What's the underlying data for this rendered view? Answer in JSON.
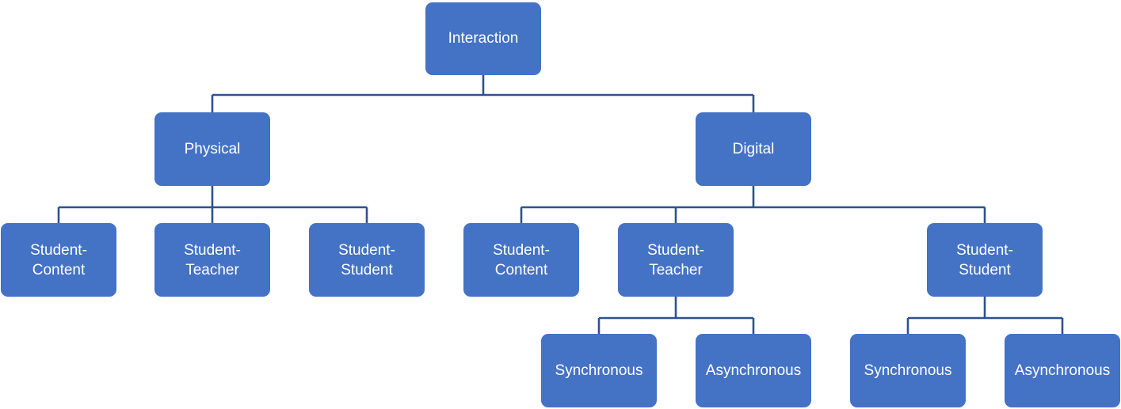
{
  "diagram": {
    "type": "hierarchy-tree",
    "title": "Interaction",
    "background_color": "#FFFFFF",
    "node_fill_color": "#4472C4",
    "node_text_color": "#FFFFFF",
    "connector_color": "#2E528F"
  },
  "nodes": {
    "root": {
      "label": "Interaction"
    },
    "physical": {
      "label": "Physical"
    },
    "digital": {
      "label": "Digital"
    },
    "phys_sc": {
      "line1": "Student-",
      "line2": "Content"
    },
    "phys_st": {
      "line1": "Student-",
      "line2": "Teacher"
    },
    "phys_ss": {
      "line1": "Student-",
      "line2": "Student"
    },
    "dig_sc": {
      "line1": "Student-",
      "line2": "Content"
    },
    "dig_st": {
      "line1": "Student-",
      "line2": "Teacher"
    },
    "dig_ss": {
      "line1": "Student-",
      "line2": "Student"
    },
    "dig_st_sync": {
      "label": "Synchronous"
    },
    "dig_st_async": {
      "label": "Asynchronous"
    },
    "dig_ss_sync": {
      "label": "Synchronous"
    },
    "dig_ss_async": {
      "label": "Asynchronous"
    }
  },
  "tree": {
    "name": "Interaction",
    "children": [
      {
        "name": "Physical",
        "children": [
          {
            "name": "Student-Content"
          },
          {
            "name": "Student-Teacher"
          },
          {
            "name": "Student-Student"
          }
        ]
      },
      {
        "name": "Digital",
        "children": [
          {
            "name": "Student-Content"
          },
          {
            "name": "Student-Teacher",
            "children": [
              {
                "name": "Synchronous"
              },
              {
                "name": "Asynchronous"
              }
            ]
          },
          {
            "name": "Student-Student",
            "children": [
              {
                "name": "Synchronous"
              },
              {
                "name": "Asynchronous"
              }
            ]
          }
        ]
      }
    ]
  }
}
